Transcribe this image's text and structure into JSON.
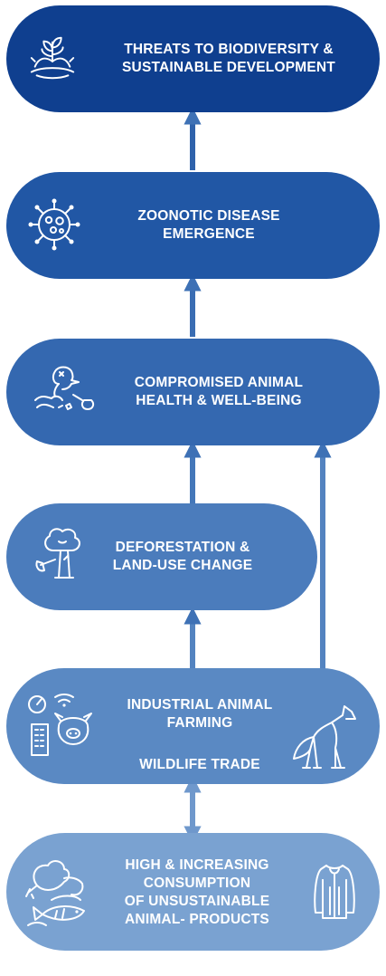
{
  "colors": {
    "box1": "#0f3f8f",
    "box2": "#2157a5",
    "box3": "#3468b0",
    "box4": "#4b7cbc",
    "box5": "#5a89c3",
    "box6": "#7aa2d1",
    "arrow": "#3e71b5",
    "arrow_light": "#6f98cc"
  },
  "boxes": {
    "threats": {
      "line1": "THREATS TO BIODIVERSITY &",
      "line2": "SUSTAINABLE DEVELOPMENT",
      "icon": "planet-sprout-icon"
    },
    "zoonotic": {
      "line1": "ZOONOTIC DISEASE",
      "line2": "EMERGENCE",
      "icon": "virus-icon"
    },
    "health": {
      "line1": "COMPROMISED ANIMAL",
      "line2": "HEALTH & WELL-BEING",
      "icon": "sick-bird-icon"
    },
    "deforestation": {
      "line1": "DEFORESTATION &",
      "line2": "LAND-USE CHANGE",
      "icon": "tree-axe-icon"
    },
    "farming": {
      "line1": "INDUSTRIAL ANIMAL",
      "line2": "FARMING",
      "line3": "WILDLIFE TRADE",
      "icon_left": "pig-farm-icon",
      "icon_right": "fox-icon"
    },
    "consumption": {
      "line1": "HIGH & INCREASING",
      "line2": "CONSUMPTION",
      "line3": "OF UNSUSTAINABLE",
      "line4": "ANIMAL- PRODUCTS",
      "icon_left": "meat-fish-icon",
      "icon_right": "fur-coat-icon"
    }
  }
}
